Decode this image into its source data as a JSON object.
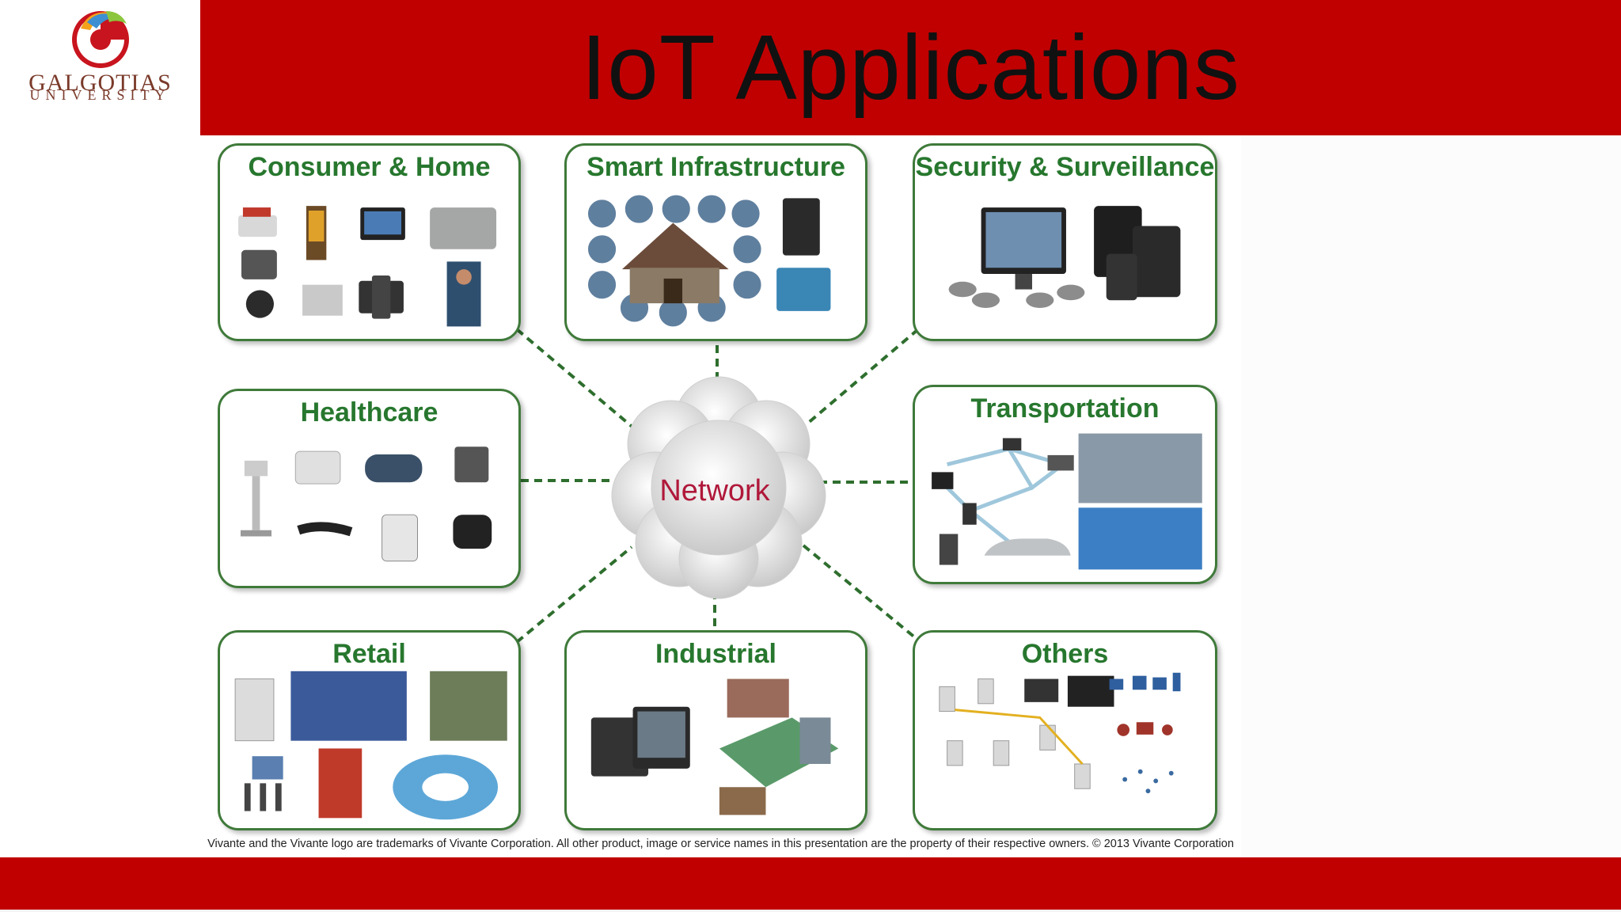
{
  "header": {
    "logo_line1": "GALGOTIAS",
    "logo_line2": "UNIVERSITY",
    "title": "IoT Applications"
  },
  "diagram": {
    "center_label": "Network",
    "categories": [
      {
        "id": "consumer-home",
        "label": "Consumer & Home"
      },
      {
        "id": "smart-infrastructure",
        "label": "Smart Infrastructure"
      },
      {
        "id": "security-surveillance",
        "label": "Security & Surveillance"
      },
      {
        "id": "healthcare",
        "label": "Healthcare"
      },
      {
        "id": "transportation",
        "label": "Transportation"
      },
      {
        "id": "retail",
        "label": "Retail"
      },
      {
        "id": "industrial",
        "label": "Industrial"
      },
      {
        "id": "others",
        "label": "Others"
      }
    ],
    "footer_note": "Vivante and  the Vivante logo are trademarks of Vivante Corporation. All other product, image or service names in this presentation are the property of their respective owners. © 2013 Vivante Corporation"
  },
  "colors": {
    "band_red": "#c00000",
    "card_border_green": "#3f7a3a",
    "card_title_green": "#27772e",
    "network_text": "#b0183a",
    "link_green": "#2e6e2e"
  }
}
